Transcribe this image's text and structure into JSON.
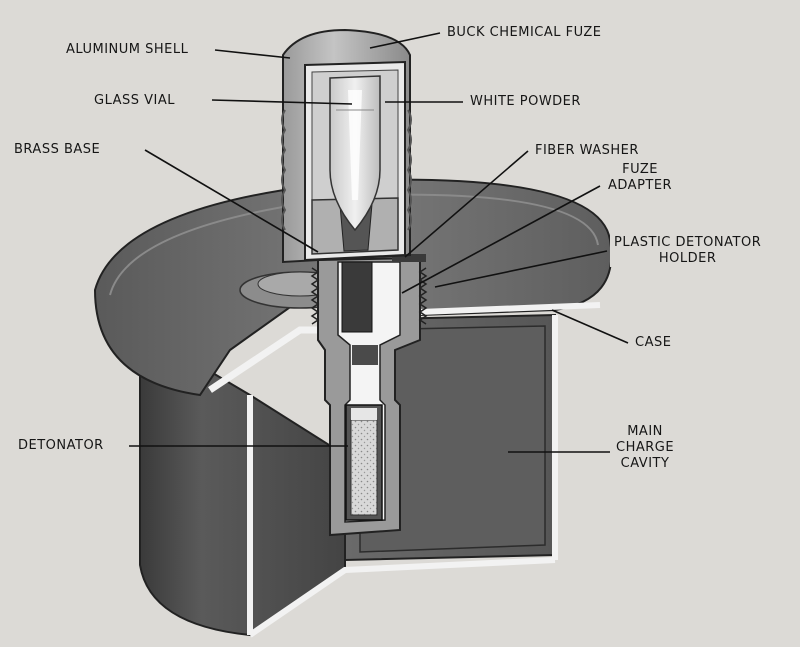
{
  "labels": {
    "aluminum_shell": "ALUMINUM SHELL",
    "buck_chemical_fuze": "BUCK CHEMICAL FUZE",
    "glass_vial": "GLASS VIAL",
    "white_powder": "WHITE POWDER",
    "brass_base": "BRASS BASE",
    "fiber_washer": "FIBER WASHER",
    "fuze_adapter": "FUZE\nADAPTER",
    "plastic_detonator_holder": "PLASTIC DETONATOR\nHOLDER",
    "case": "CASE",
    "detonator": "DETONATOR",
    "main_charge_cavity": "MAIN\nCHARGE\nCAVITY"
  }
}
